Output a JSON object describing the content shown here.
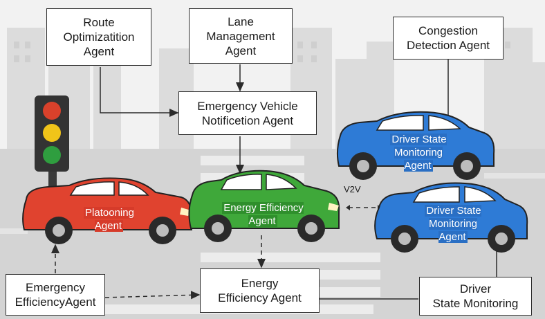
{
  "boxes": {
    "route": "Route\nOptimizatition\nAgent",
    "lane": "Lane\nManagement\nAgent",
    "congestion": "Congestion\nDetection Agent",
    "emergency_vehicle": "Emergency Vehicle\nNotificetion Agent",
    "emergency_efficiency": "Emergency\nEfficiencyAgent",
    "energy_efficiency": "Energy\nEfficiency Agent",
    "driver_state": "Driver\nState Monitoring"
  },
  "cars": {
    "red": {
      "label": "Platooning\nAgent",
      "color": "#e0432f"
    },
    "green": {
      "label": "Energy Efficiency\nAgent",
      "color": "#3fa83a"
    },
    "blue_top": {
      "label": "Driver State\nMonitoring\nAgent",
      "color": "#2e7bd6"
    },
    "blue_bottom": {
      "label": "Driver State\nMonitoring\nAgent",
      "color": "#2e7bd6"
    }
  },
  "link_label": "V2V",
  "colors": {
    "label_red": "#d63b2a",
    "label_green": "#2f8f2c",
    "label_blue": "#2a6fc4"
  }
}
